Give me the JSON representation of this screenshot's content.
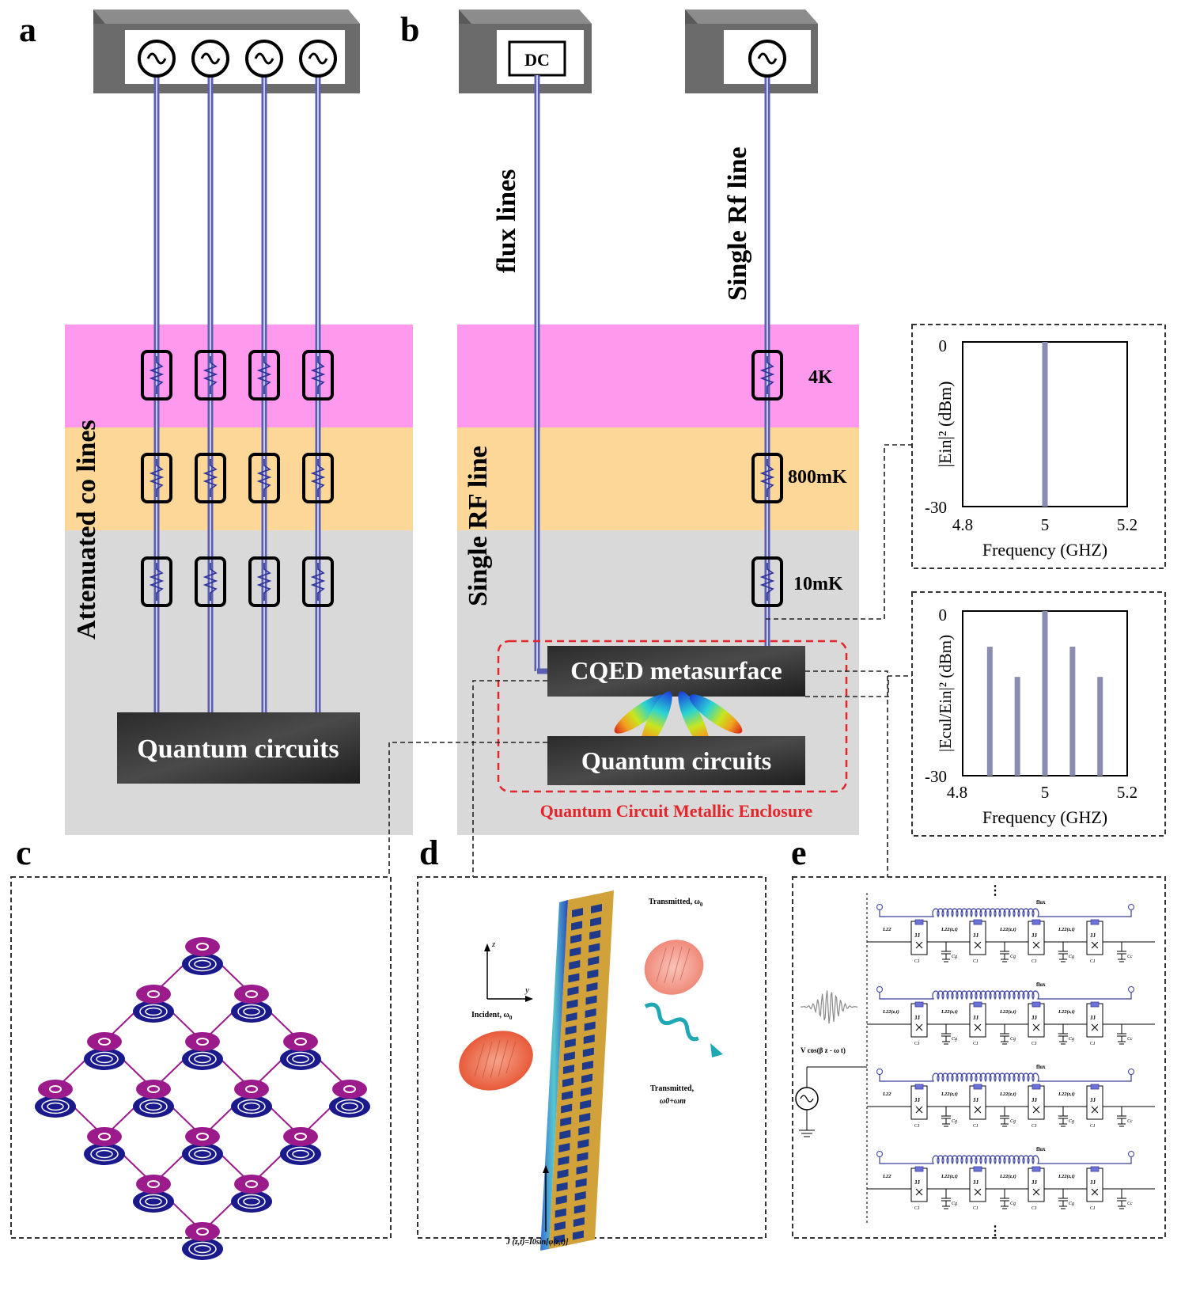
{
  "panels": {
    "a": {
      "letter": "a",
      "side_label": "Attenuated co lines",
      "box_label": "Quantum circuits"
    },
    "b": {
      "letter": "b",
      "dc_label": "DC",
      "flux_label": "flux lines",
      "rf_top_label": "Single Rf line",
      "rf_side_label": "Single RF line",
      "stages": [
        "4K",
        "800mK",
        "10mK"
      ],
      "meta_label": "CQED metasurface",
      "qc_label": "Quantum circuits",
      "enclosure_label": "Quantum Circuit Metallic Enclosure"
    },
    "c": {
      "letter": "c"
    },
    "d": {
      "letter": "d",
      "axis_z": "z",
      "axis_y": "y",
      "incident_text": "Incident, ω",
      "incident_sub": "0",
      "transmitted0_text": "Transmitted, ω",
      "transmitted0_sub": "0",
      "transmitted1_text": "Transmitted,",
      "transmitted1_math": "ω0+ωm",
      "current_eq": "J (z,t)=I0sin[φ(z,t)]"
    },
    "e": {
      "letter": "e",
      "flux_label": "flux",
      "source_label": "V cos(β z - ω t)",
      "l_label": "L22",
      "lz_label": "L22(z,t)",
      "jj_label": "JJ",
      "cj_label": "CJ",
      "cg_label": "Cg",
      "cc_label": "Cc"
    }
  },
  "plot_top": {
    "ylabel": "|Ein|² (dBm)",
    "xlabel": "Frequency (GHZ)",
    "xticks": [
      "4.8",
      "5",
      "5.2"
    ],
    "yticks": [
      "0",
      "-30"
    ]
  },
  "plot_bottom": {
    "ylabel": "|Ecul/Ein|² (dBm)",
    "xlabel": "Frequency (GHZ)",
    "xticks": [
      "4.8",
      "5",
      "5.2"
    ],
    "yticks": [
      "0",
      "-30"
    ]
  },
  "chart_data": [
    {
      "type": "bar",
      "x": [
        5.0
      ],
      "values": [
        0
      ],
      "xlim": [
        4.8,
        5.2
      ],
      "ylim": [
        -30,
        0
      ],
      "xlabel": "Frequency (GHZ)",
      "ylabel": "|Ein|² (dBm)"
    },
    {
      "type": "bar",
      "x": [
        4.866,
        4.933,
        5.0,
        5.067,
        5.134
      ],
      "values": [
        -6.5,
        -12,
        0,
        -6.5,
        -12
      ],
      "xlim": [
        4.8,
        5.2
      ],
      "ylim": [
        -30,
        0
      ],
      "xlabel": "Frequency (GHZ)",
      "ylabel": "|Ecul/Ein|² (dBm)"
    }
  ],
  "colors": {
    "pink_band": "#ff99ee",
    "orange_band": "#fcd797",
    "gray_band": "#d9d9d9",
    "line": "#5a5fb0",
    "bar": "#8a8cb0",
    "enclosure": "#e3262b",
    "node_purple": "#9b1a8c",
    "node_navy": "#1a1a8c"
  }
}
